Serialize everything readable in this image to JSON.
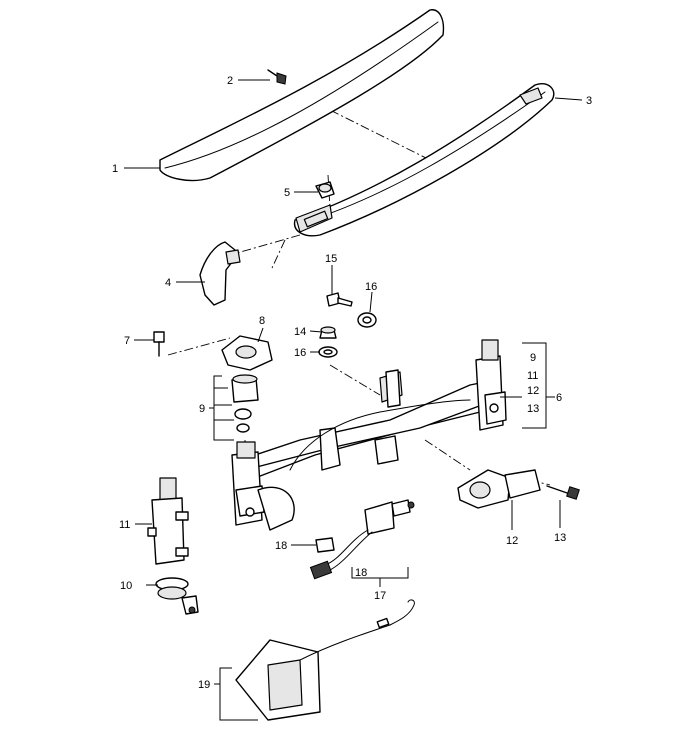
{
  "callouts": {
    "c1": "1",
    "c2": "2",
    "c3": "3",
    "c4": "4",
    "c5": "5",
    "c6": "6",
    "c7": "7",
    "c8": "8",
    "c9": "9",
    "c11": "11",
    "c10": "10",
    "c14": "14",
    "c15": "15",
    "c16a": "16",
    "c16b": "16",
    "c17": "17",
    "c18a": "18",
    "c18b": "18",
    "c19": "19",
    "c12": "12",
    "c13": "13",
    "g6_9": "9",
    "g6_11": "11",
    "g6_12": "12",
    "g6_13": "13"
  }
}
